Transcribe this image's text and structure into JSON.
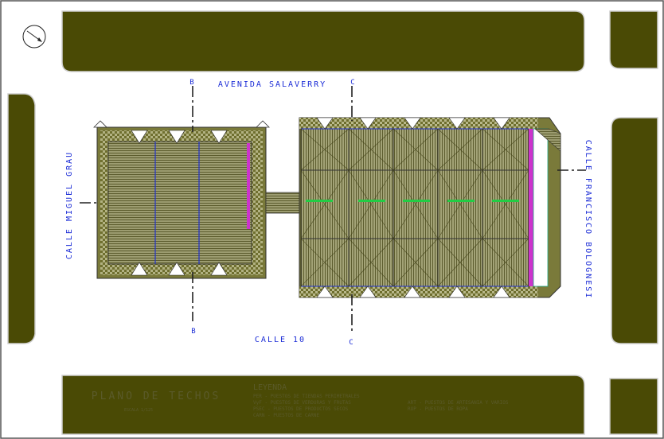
{
  "streets": {
    "north": "AVENIDA SALAVERRY",
    "south": "CALLE 10",
    "west": "CALLE MIGUEL GRAU",
    "east": "CALLE FRANCISCO BOLOGNESI"
  },
  "sections": {
    "b_label": "B",
    "c_label": "C"
  },
  "title": {
    "main": "PLANO DE TECHOS",
    "scale": "ESCALA 1/125"
  },
  "legend": {
    "heading": "LEYENDA",
    "col1": [
      "PER   -  PUESTOS DE TIENDAS PERIMETRALES",
      "VyF   -  PUESTOS DE VERDURAS Y FRUTAS",
      "PSEC  -  PUESTOS DE PRODUCTOS SECOS",
      "CARN  -  PUESTOS DE CARNE"
    ],
    "col2": [
      "ART   -  PUESTOS DE ARTESANIA Y VARIOS",
      "ROP   -  PUESTOS DE ROPA"
    ]
  },
  "colors": {
    "ground": "#4a4a05",
    "roof_fill": "#8f8f62",
    "road": "#ffffff",
    "label_blue": "#1a2bd6",
    "beam_blue": "#2233cc",
    "accent_magenta": "#cc33cc",
    "accent_green": "#22cc44"
  }
}
